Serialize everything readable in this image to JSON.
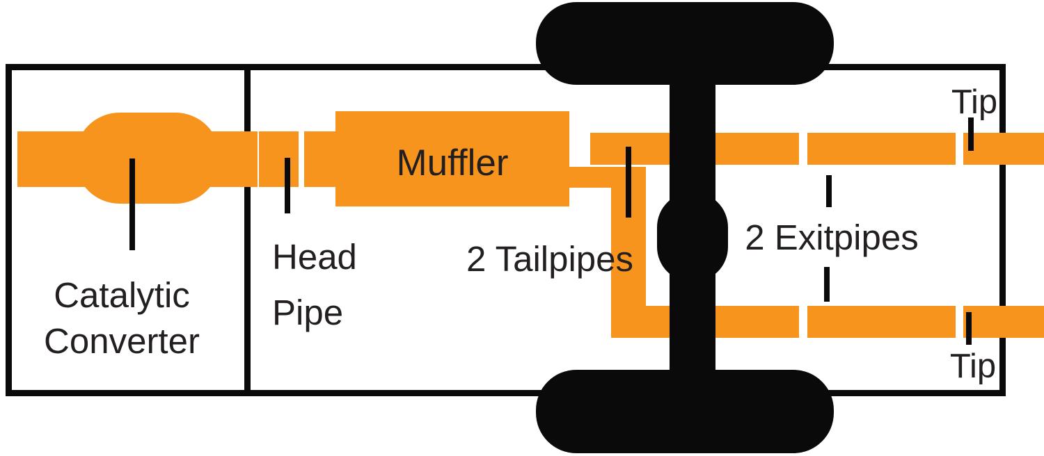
{
  "diagram": {
    "type": "exhaust-system-top-view",
    "colors": {
      "pipe_orange": "#F7941D",
      "ink_black": "#231F20",
      "background": "#FFFFFF"
    },
    "labels": {
      "catalytic_line1": "Catalytic",
      "catalytic_line2": "Converter",
      "head_pipe_line1": "Head",
      "head_pipe_line2": "Pipe",
      "muffler": "Muffler",
      "tailpipes": "2 Tailpipes",
      "exitpipes": "2 Exitpipes",
      "tip_top": "Tip",
      "tip_bottom": "Tip"
    }
  }
}
